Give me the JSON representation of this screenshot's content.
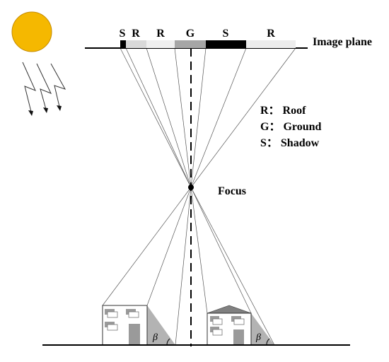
{
  "image_plane": {
    "label": "Image plane",
    "segments": [
      {
        "code": "S",
        "color": "#000000"
      },
      {
        "code": "R",
        "color": "#d9d9d9"
      },
      {
        "code": "R",
        "color": "#efefef"
      },
      {
        "code": "G",
        "color": "#a6a6a6"
      },
      {
        "code": "S",
        "color": "#000000"
      },
      {
        "code": "R",
        "color": "#ececec"
      }
    ]
  },
  "legend": [
    {
      "text": "R： Roof"
    },
    {
      "text": "G： Ground"
    },
    {
      "text": "S： Shadow"
    }
  ],
  "focus": {
    "label": "Focus"
  },
  "angles": [
    {
      "symbol": "β"
    },
    {
      "symbol": "β"
    }
  ],
  "colors": {
    "sun": "#f5b800",
    "sun_outline": "#c48a00",
    "line": "#555555",
    "shadow": "#b3b3b3",
    "window": "#9a9a9a",
    "roof": "#808080"
  }
}
